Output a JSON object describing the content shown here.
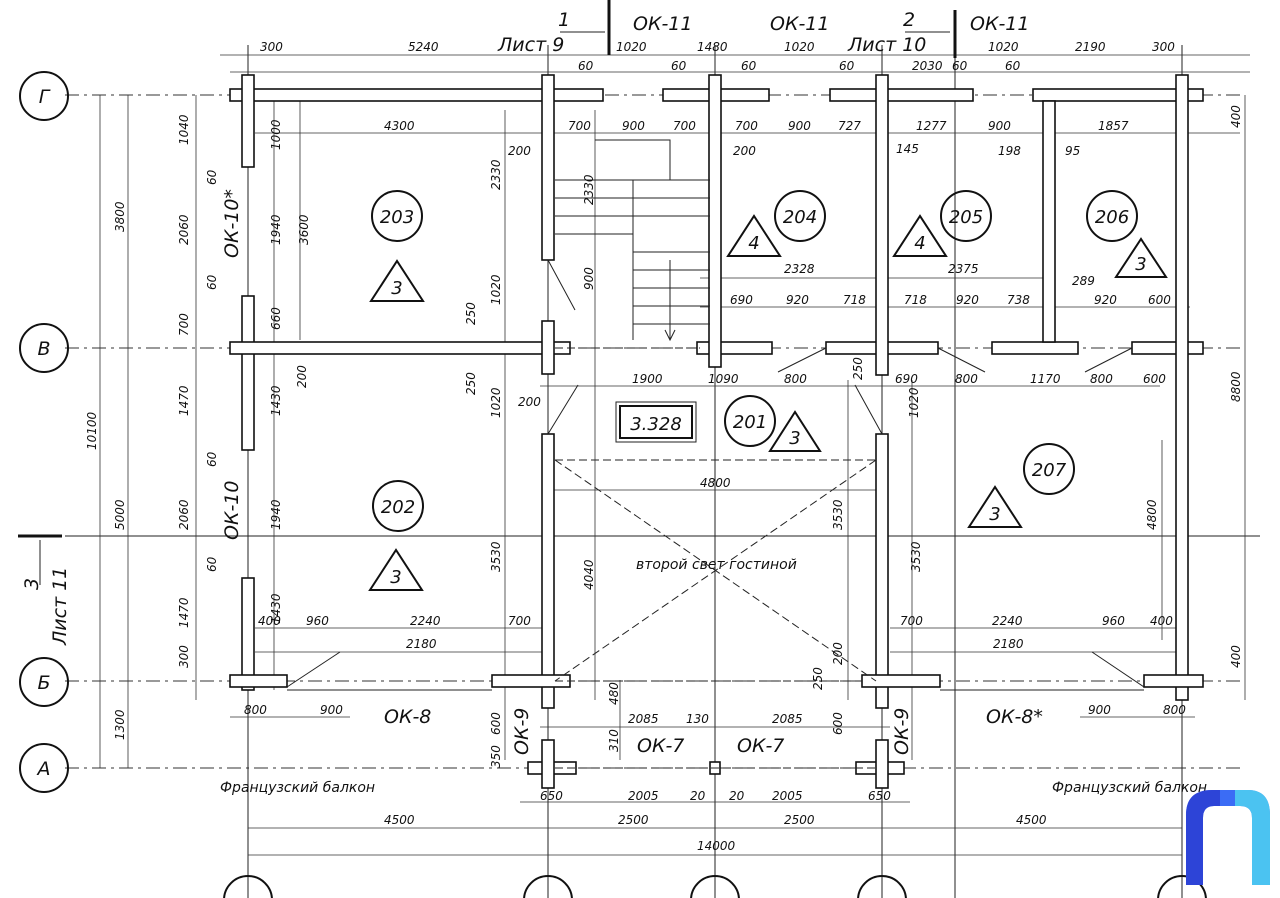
{
  "axes_h": [
    "Г",
    "В",
    "Б",
    "А"
  ],
  "windows": {
    "ok11": "ОК-11",
    "ok10s": "ОК-10*",
    "ok10": "ОК-10",
    "ok8": "ОК-8",
    "ok8s": "ОК-8*",
    "ok9": "ОК-9",
    "ok7": "ОК-7"
  },
  "sheets": {
    "s9": "Лист 9",
    "s10": "Лист 10",
    "s11": "Лист 11",
    "n1": "1",
    "n2": "2",
    "n3": "3"
  },
  "rooms": [
    "201",
    "202",
    "203",
    "204",
    "205",
    "206",
    "207"
  ],
  "triangles": [
    "3",
    "4"
  ],
  "level_mark": "3.328",
  "notes": {
    "second_light": "второй свет гостиной",
    "balcony": "Французский балкон"
  },
  "dims": {
    "top": [
      "300",
      "5240",
      "1020",
      "1480",
      "1020",
      "2030",
      "1020",
      "2190",
      "300",
      "60"
    ],
    "row2": [
      "4300",
      "700",
      "900",
      "700",
      "700",
      "900",
      "727",
      "1277",
      "900",
      "1857",
      "200",
      "145",
      "198",
      "95"
    ],
    "left": [
      "1040",
      "2060",
      "60",
      "700",
      "1470",
      "2060",
      "1470",
      "300",
      "1300",
      "3800",
      "10100",
      "5000",
      "1000",
      "1940",
      "3600",
      "660",
      "1430",
      "200"
    ],
    "mid": [
      "2330",
      "1020",
      "250",
      "900",
      "2328",
      "2375",
      "289",
      "690",
      "920",
      "718",
      "738",
      "600",
      "1900",
      "1090",
      "800",
      "690",
      "1170",
      "1020",
      "3530",
      "4040",
      "4800",
      "200",
      "250"
    ],
    "bottom": [
      "400",
      "960",
      "2240",
      "700",
      "2180",
      "800",
      "900",
      "480",
      "2085",
      "130",
      "310",
      "600",
      "350",
      "650",
      "2005",
      "20",
      "4500",
      "2500",
      "14000",
      "8800",
      "3530"
    ]
  }
}
